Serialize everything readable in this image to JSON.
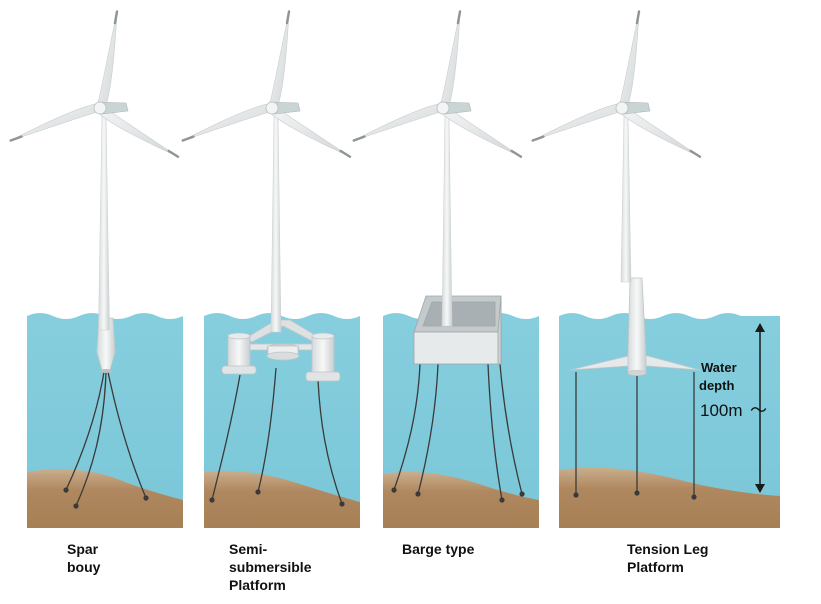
{
  "captions": {
    "spar": [
      "Spar",
      "bouy"
    ],
    "semi": [
      "Semi-",
      "submersible",
      "Platform"
    ],
    "barge": [
      "Barge type"
    ],
    "tlp": [
      "Tension Leg",
      "Platform"
    ]
  },
  "depth": {
    "label_line1": "Water",
    "label_line2": "depth",
    "value": "100m",
    "tilde": "～"
  },
  "colors": {
    "water": "#7ECADB",
    "seabed": "#A9825A",
    "seabed_light": "#C9B08F",
    "tower": "#F1F3F3",
    "tower_shade": "#D3D7D8",
    "blade": "#ECEEEF",
    "blade_tip": "#9A9FA2",
    "line": "#3A3A3A"
  }
}
